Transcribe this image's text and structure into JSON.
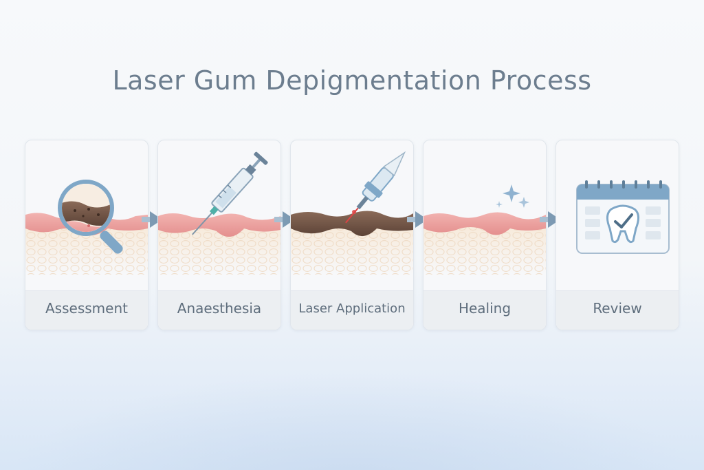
{
  "title": "Laser Gum Depigmentation Process",
  "steps": [
    {
      "label": "Assessment",
      "icon": "magnifying-glass-icon"
    },
    {
      "label": "Anaesthesia",
      "icon": "syringe-icon"
    },
    {
      "label": "Laser Application",
      "icon": "laser-pen-icon"
    },
    {
      "label": "Healing",
      "icon": "sparkle-icon"
    },
    {
      "label": "Review",
      "icon": "calendar-tooth-icon"
    }
  ],
  "colors": {
    "title": "#6c7d8e",
    "gum_pink": "#e9a3a3",
    "gum_pigmented": "#6e5346",
    "arrow": "#7d9ab3",
    "accent_blue": "#7fa7c7"
  }
}
